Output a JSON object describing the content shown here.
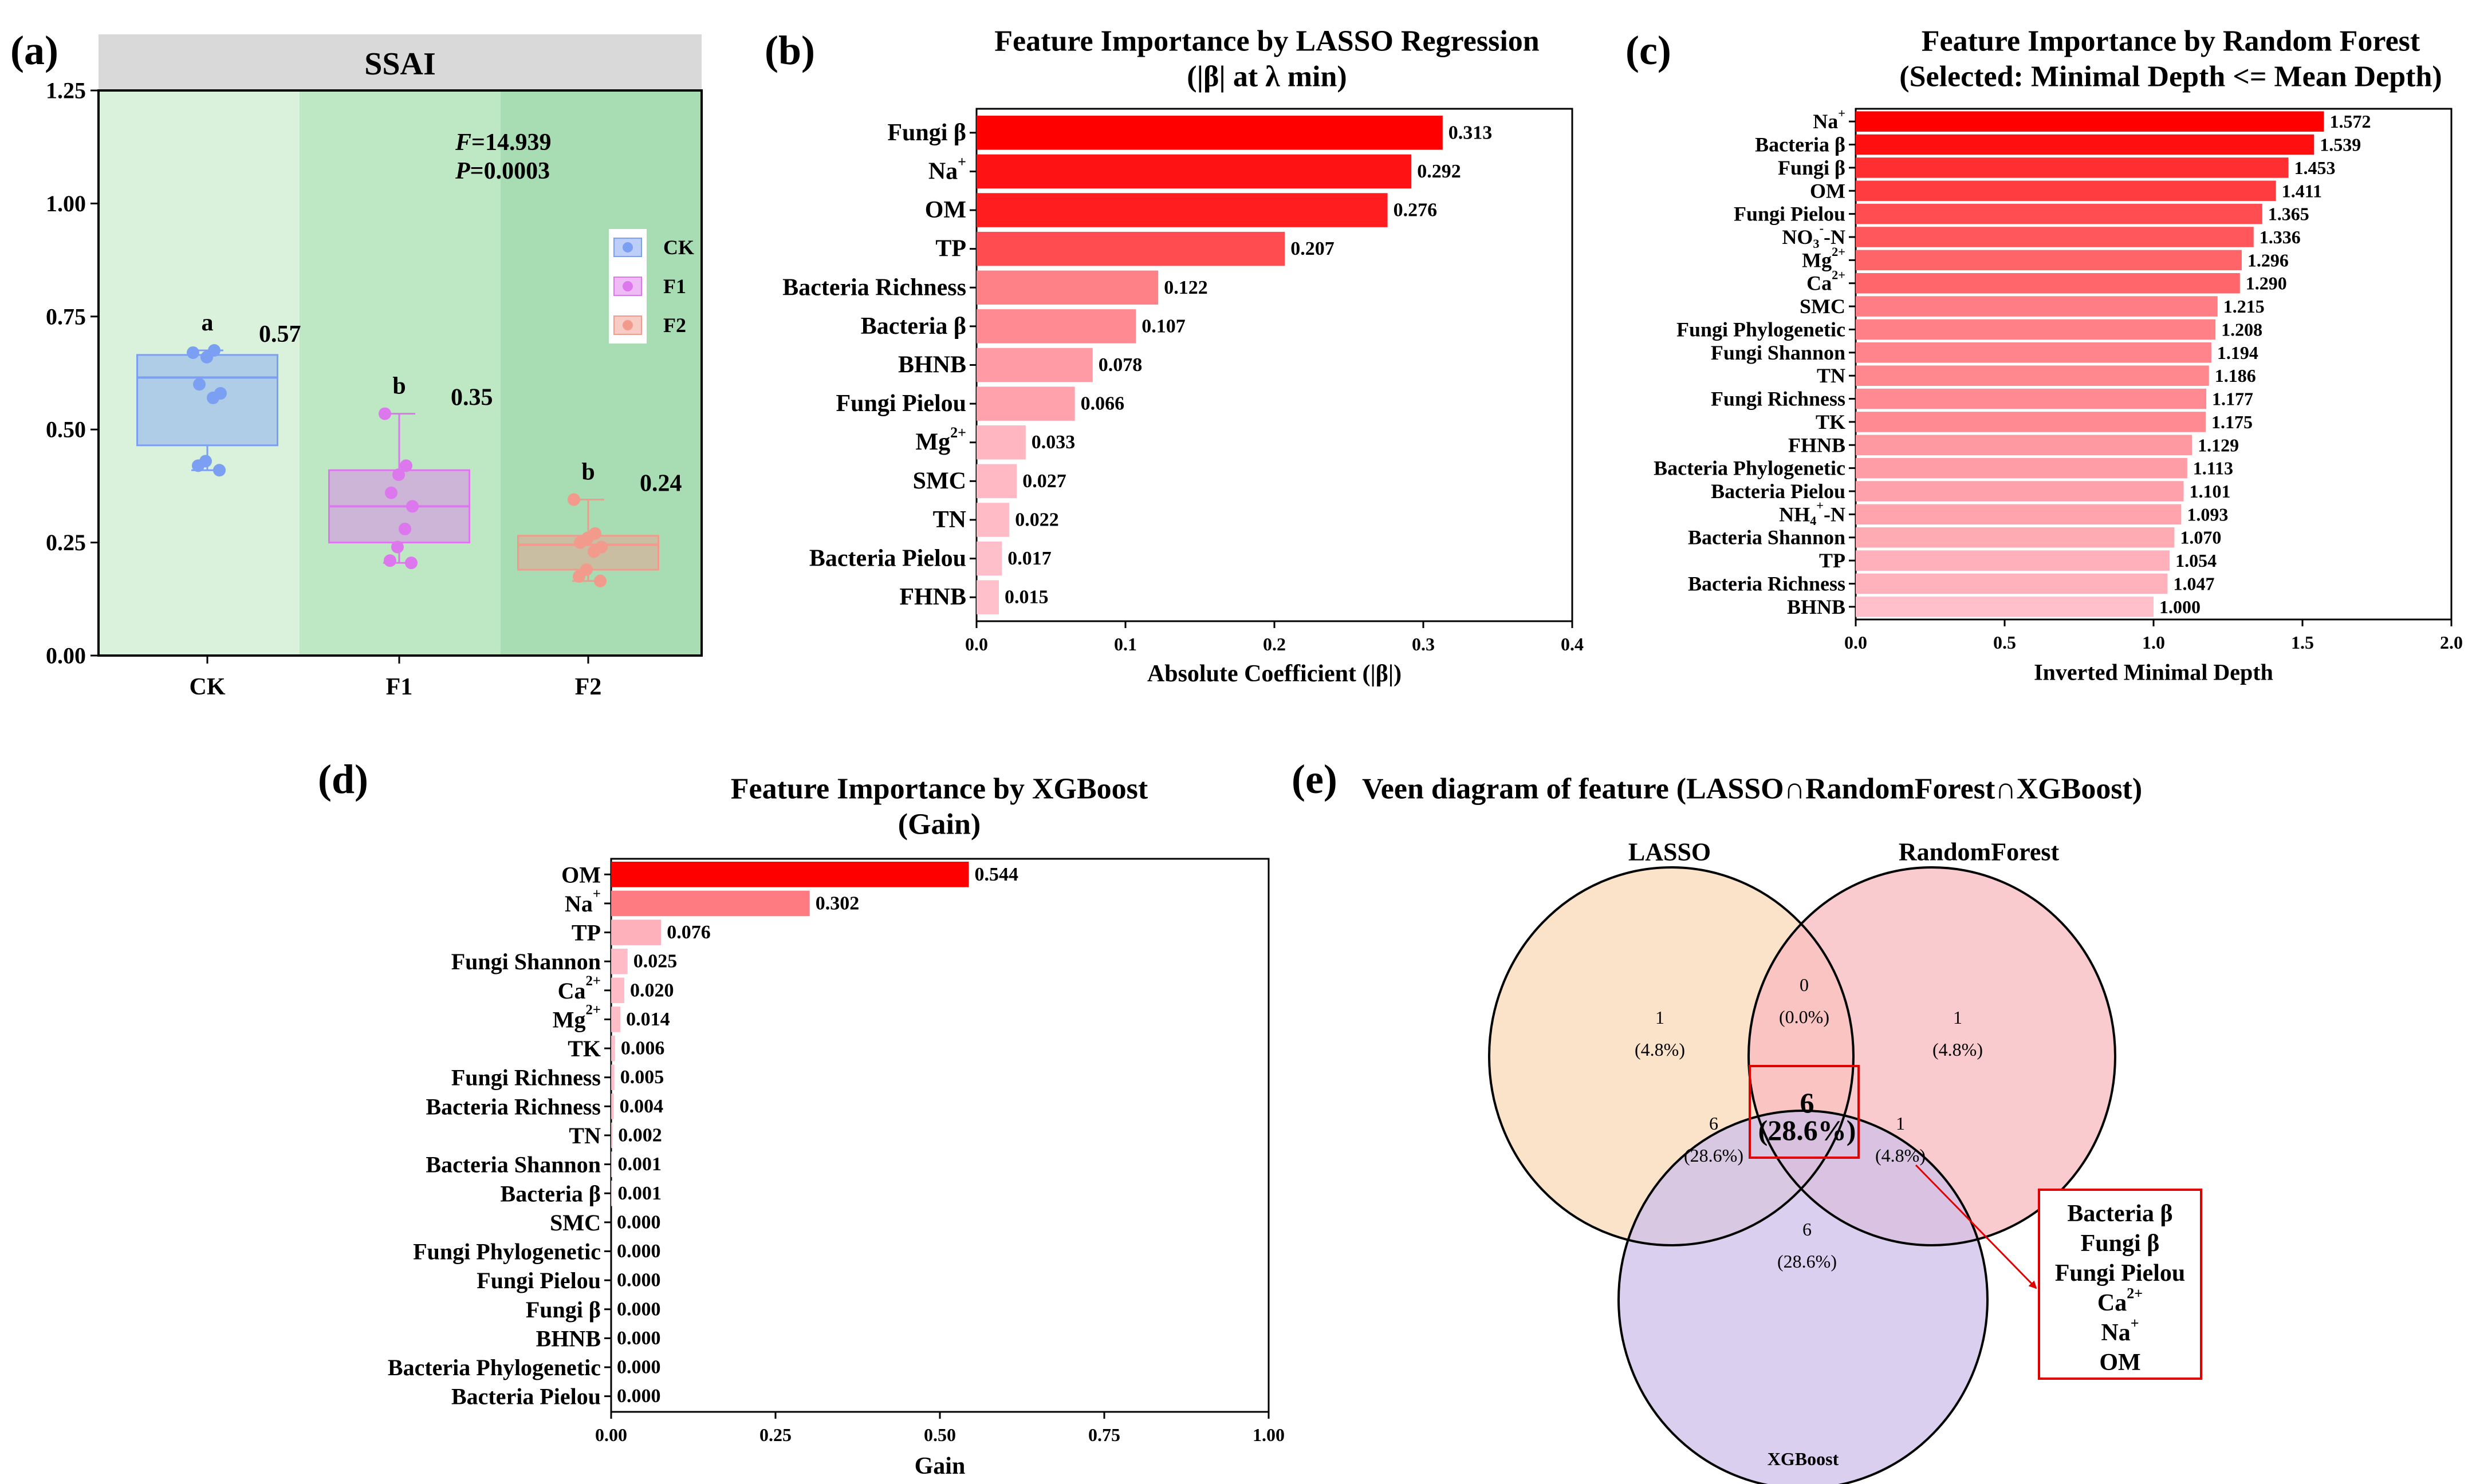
{
  "panels": {
    "a": {
      "tag": "(a)"
    },
    "b": {
      "tag": "(b)"
    },
    "c": {
      "tag": "(c)"
    },
    "d": {
      "tag": "(d)"
    },
    "e": {
      "tag": "(e)"
    }
  },
  "colors": {
    "bar_dark": "#ff0000",
    "bar_light": "#ffc0cb",
    "ck": "#7b9ff2",
    "f1": "#dd77ee",
    "f2": "#f29a8c",
    "lasso_fill": "#f9d9b8",
    "rf_fill": "#f8b9be",
    "xgb_fill": "#cdbfe8",
    "highlight": "#e00000"
  },
  "chart_data": [
    {
      "id": "a",
      "type": "box",
      "title": "SSAI",
      "categories": [
        "CK",
        "F1",
        "F2"
      ],
      "ylim": [
        0,
        1.25
      ],
      "yticks": [
        "0.00",
        "0.25",
        "0.50",
        "0.75",
        "1.00",
        "1.25"
      ],
      "boxes": [
        {
          "name": "CK",
          "min": 0.41,
          "q1": 0.465,
          "median": 0.615,
          "q3": 0.665,
          "max": 0.675,
          "mean_label": "0.57",
          "letter": "a",
          "points": [
            0.67,
            0.675,
            0.66,
            0.6,
            0.58,
            0.57,
            0.43,
            0.42,
            0.41
          ]
        },
        {
          "name": "F1",
          "min": 0.205,
          "q1": 0.25,
          "median": 0.33,
          "q3": 0.41,
          "max": 0.535,
          "mean_label": "0.35",
          "letter": "b",
          "points": [
            0.535,
            0.42,
            0.4,
            0.36,
            0.33,
            0.28,
            0.24,
            0.21,
            0.205
          ]
        },
        {
          "name": "F2",
          "min": 0.165,
          "q1": 0.19,
          "median": 0.245,
          "q3": 0.265,
          "max": 0.345,
          "mean_label": "0.24",
          "letter": "b",
          "points": [
            0.345,
            0.27,
            0.26,
            0.25,
            0.24,
            0.23,
            0.19,
            0.175,
            0.165
          ]
        }
      ],
      "stats": {
        "f_label": "F",
        "f_value": "=14.939",
        "p_label": "P",
        "p_value": "=0.0003"
      },
      "legend": [
        "CK",
        "F1",
        "F2"
      ]
    },
    {
      "id": "b",
      "type": "bar",
      "orientation": "horizontal",
      "title": [
        "Feature Importance by LASSO Regression",
        "(|β| at λ min)"
      ],
      "xlabel": "Absolute Coefficient (|β|)",
      "xlim": [
        0,
        0.4
      ],
      "xticks": [
        "0.0",
        "0.1",
        "0.2",
        "0.3",
        "0.4"
      ],
      "categories": [
        {
          "label": "Fungi β"
        },
        {
          "label": "Na",
          "sup": "+"
        },
        {
          "label": "OM"
        },
        {
          "label": "TP"
        },
        {
          "label": "Bacteria Richness"
        },
        {
          "label": "Bacteria β"
        },
        {
          "label": "BHNB"
        },
        {
          "label": "Fungi Pielou"
        },
        {
          "label": "Mg",
          "sup": "2+"
        },
        {
          "label": "SMC"
        },
        {
          "label": "TN"
        },
        {
          "label": "Bacteria Pielou"
        },
        {
          "label": "FHNB"
        }
      ],
      "values": [
        0.313,
        0.292,
        0.276,
        0.207,
        0.122,
        0.107,
        0.078,
        0.066,
        0.033,
        0.027,
        0.022,
        0.017,
        0.015
      ],
      "value_labels": [
        "0.313",
        "0.292",
        "0.276",
        "0.207",
        "0.122",
        "0.107",
        "0.078",
        "0.066",
        "0.033",
        "0.027",
        "0.022",
        "0.017",
        "0.015"
      ]
    },
    {
      "id": "c",
      "type": "bar",
      "orientation": "horizontal",
      "title": [
        "Feature Importance by Random Forest",
        "(Selected: Minimal Depth <= Mean Depth)"
      ],
      "xlabel": "Inverted Minimal Depth",
      "xlim": [
        0,
        2.0
      ],
      "xticks": [
        "0.0",
        "0.5",
        "1.0",
        "1.5",
        "2.0"
      ],
      "categories": [
        {
          "label": "Na",
          "sup": "+"
        },
        {
          "label": "Bacteria β"
        },
        {
          "label": "Fungi β"
        },
        {
          "label": "OM"
        },
        {
          "label": "Fungi Pielou"
        },
        {
          "label": "NO",
          "sub": "3",
          "sup": "-",
          "suffix": "-N"
        },
        {
          "label": "Mg",
          "sup": "2+"
        },
        {
          "label": "Ca",
          "sup": "2+"
        },
        {
          "label": "SMC"
        },
        {
          "label": "Fungi Phylogenetic"
        },
        {
          "label": "Fungi Shannon"
        },
        {
          "label": "TN"
        },
        {
          "label": "Fungi Richness"
        },
        {
          "label": "TK"
        },
        {
          "label": "FHNB"
        },
        {
          "label": "Bacteria Phylogenetic"
        },
        {
          "label": "Bacteria Pielou"
        },
        {
          "label": "NH",
          "sub": "4",
          "sup": "+",
          "suffix": "-N"
        },
        {
          "label": "Bacteria Shannon"
        },
        {
          "label": "TP"
        },
        {
          "label": "Bacteria Richness"
        },
        {
          "label": "BHNB"
        }
      ],
      "values": [
        1.572,
        1.539,
        1.453,
        1.411,
        1.365,
        1.336,
        1.296,
        1.29,
        1.215,
        1.208,
        1.194,
        1.186,
        1.177,
        1.175,
        1.129,
        1.113,
        1.101,
        1.093,
        1.07,
        1.054,
        1.047,
        1.0
      ],
      "value_labels": [
        "1.572",
        "1.539",
        "1.453",
        "1.411",
        "1.365",
        "1.336",
        "1.296",
        "1.290",
        "1.215",
        "1.208",
        "1.194",
        "1.186",
        "1.177",
        "1.175",
        "1.129",
        "1.113",
        "1.101",
        "1.093",
        "1.070",
        "1.054",
        "1.047",
        "1.000"
      ]
    },
    {
      "id": "d",
      "type": "bar",
      "orientation": "horizontal",
      "title": [
        "Feature Importance by XGBoost",
        "(Gain)"
      ],
      "xlabel": "Gain",
      "xlim": [
        0,
        1.0
      ],
      "xticks": [
        "0.00",
        "0.25",
        "0.50",
        "0.75",
        "1.00"
      ],
      "categories": [
        {
          "label": "OM"
        },
        {
          "label": "Na",
          "sup": "+"
        },
        {
          "label": "TP"
        },
        {
          "label": "Fungi Shannon"
        },
        {
          "label": "Ca",
          "sup": "2+"
        },
        {
          "label": "Mg",
          "sup": "2+"
        },
        {
          "label": "TK"
        },
        {
          "label": "Fungi Richness"
        },
        {
          "label": "Bacteria Richness"
        },
        {
          "label": "TN"
        },
        {
          "label": "Bacteria Shannon"
        },
        {
          "label": "Bacteria β"
        },
        {
          "label": "SMC"
        },
        {
          "label": "Fungi Phylogenetic"
        },
        {
          "label": "Fungi Pielou"
        },
        {
          "label": "Fungi β"
        },
        {
          "label": "BHNB"
        },
        {
          "label": "Bacteria Phylogenetic"
        },
        {
          "label": "Bacteria Pielou"
        }
      ],
      "values": [
        0.544,
        0.302,
        0.076,
        0.025,
        0.02,
        0.014,
        0.006,
        0.005,
        0.004,
        0.002,
        0.001,
        0.001,
        0.0,
        0.0,
        0.0,
        0.0,
        0.0,
        0.0,
        0.0
      ],
      "value_labels": [
        "0.544",
        "0.302",
        "0.076",
        "0.025",
        "0.020",
        "0.014",
        "0.006",
        "0.005",
        "0.004",
        "0.002",
        "0.001",
        "0.001",
        "0.000",
        "0.000",
        "0.000",
        "0.000",
        "0.000",
        "0.000",
        "0.000"
      ]
    },
    {
      "id": "e",
      "type": "venn",
      "title": "Veen diagram of feature (LASSO∩RandomForest∩XGBoost)",
      "sets": [
        "LASSO",
        "RandomForest",
        "XGBoost"
      ],
      "regions": [
        {
          "sets": [
            "LASSO"
          ],
          "count": "1",
          "pct": "(4.8%)"
        },
        {
          "sets": [
            "RandomForest"
          ],
          "count": "1",
          "pct": "(4.8%)"
        },
        {
          "sets": [
            "XGBoost"
          ],
          "count": "6",
          "pct": "(28.6%)"
        },
        {
          "sets": [
            "LASSO",
            "RandomForest"
          ],
          "count": "0",
          "pct": "(0.0%)"
        },
        {
          "sets": [
            "LASSO",
            "XGBoost"
          ],
          "count": "6",
          "pct": "(28.6%)"
        },
        {
          "sets": [
            "RandomForest",
            "XGBoost"
          ],
          "count": "1",
          "pct": "(4.8%)"
        },
        {
          "sets": [
            "LASSO",
            "RandomForest",
            "XGBoost"
          ],
          "count": "6",
          "pct": "(28.6%)"
        }
      ],
      "intersection_features": [
        {
          "label": "Bacteria β"
        },
        {
          "label": "Fungi β"
        },
        {
          "label": "Fungi Pielou"
        },
        {
          "label": "Ca",
          "sup": "2+"
        },
        {
          "label": "Na",
          "sup": "+"
        },
        {
          "label": "OM"
        }
      ]
    }
  ]
}
